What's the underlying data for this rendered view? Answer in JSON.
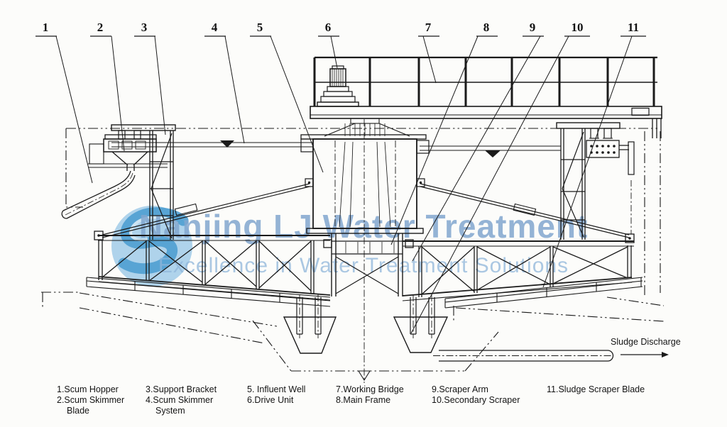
{
  "watermark": {
    "company": "Nanjing LJ Water Treatment",
    "tagline": "Excellence in Water Treatment Solutions",
    "logo": "water-swoosh-logo",
    "colors": {
      "title": "#82a7cf",
      "tagline": "#8fb6da",
      "logo_light": "#a8cfe9",
      "logo_dark": "#4f9fd2"
    }
  },
  "callouts": [
    "1",
    "2",
    "3",
    "4",
    "5",
    "6",
    "7",
    "8",
    "9",
    "10",
    "11"
  ],
  "legend": {
    "columns": [
      [
        "1.Scum Hopper",
        "2.Scum Skimmer Blade"
      ],
      [
        "3.Support Bracket",
        "4.Scum Skimmer System"
      ],
      [
        "5. Influent Well",
        "6.Drive Unit"
      ],
      [
        "7.Working Bridge",
        "8.Main Frame"
      ],
      [
        "9.Scraper Arm",
        "10.Secondary Scraper"
      ],
      [
        "11.Sludge Scraper Blade"
      ]
    ]
  },
  "annotations": {
    "sludge_discharge": "Sludge Discharge"
  },
  "colors": {
    "line": "#1a1a1a",
    "background": "#fcfcfa"
  }
}
